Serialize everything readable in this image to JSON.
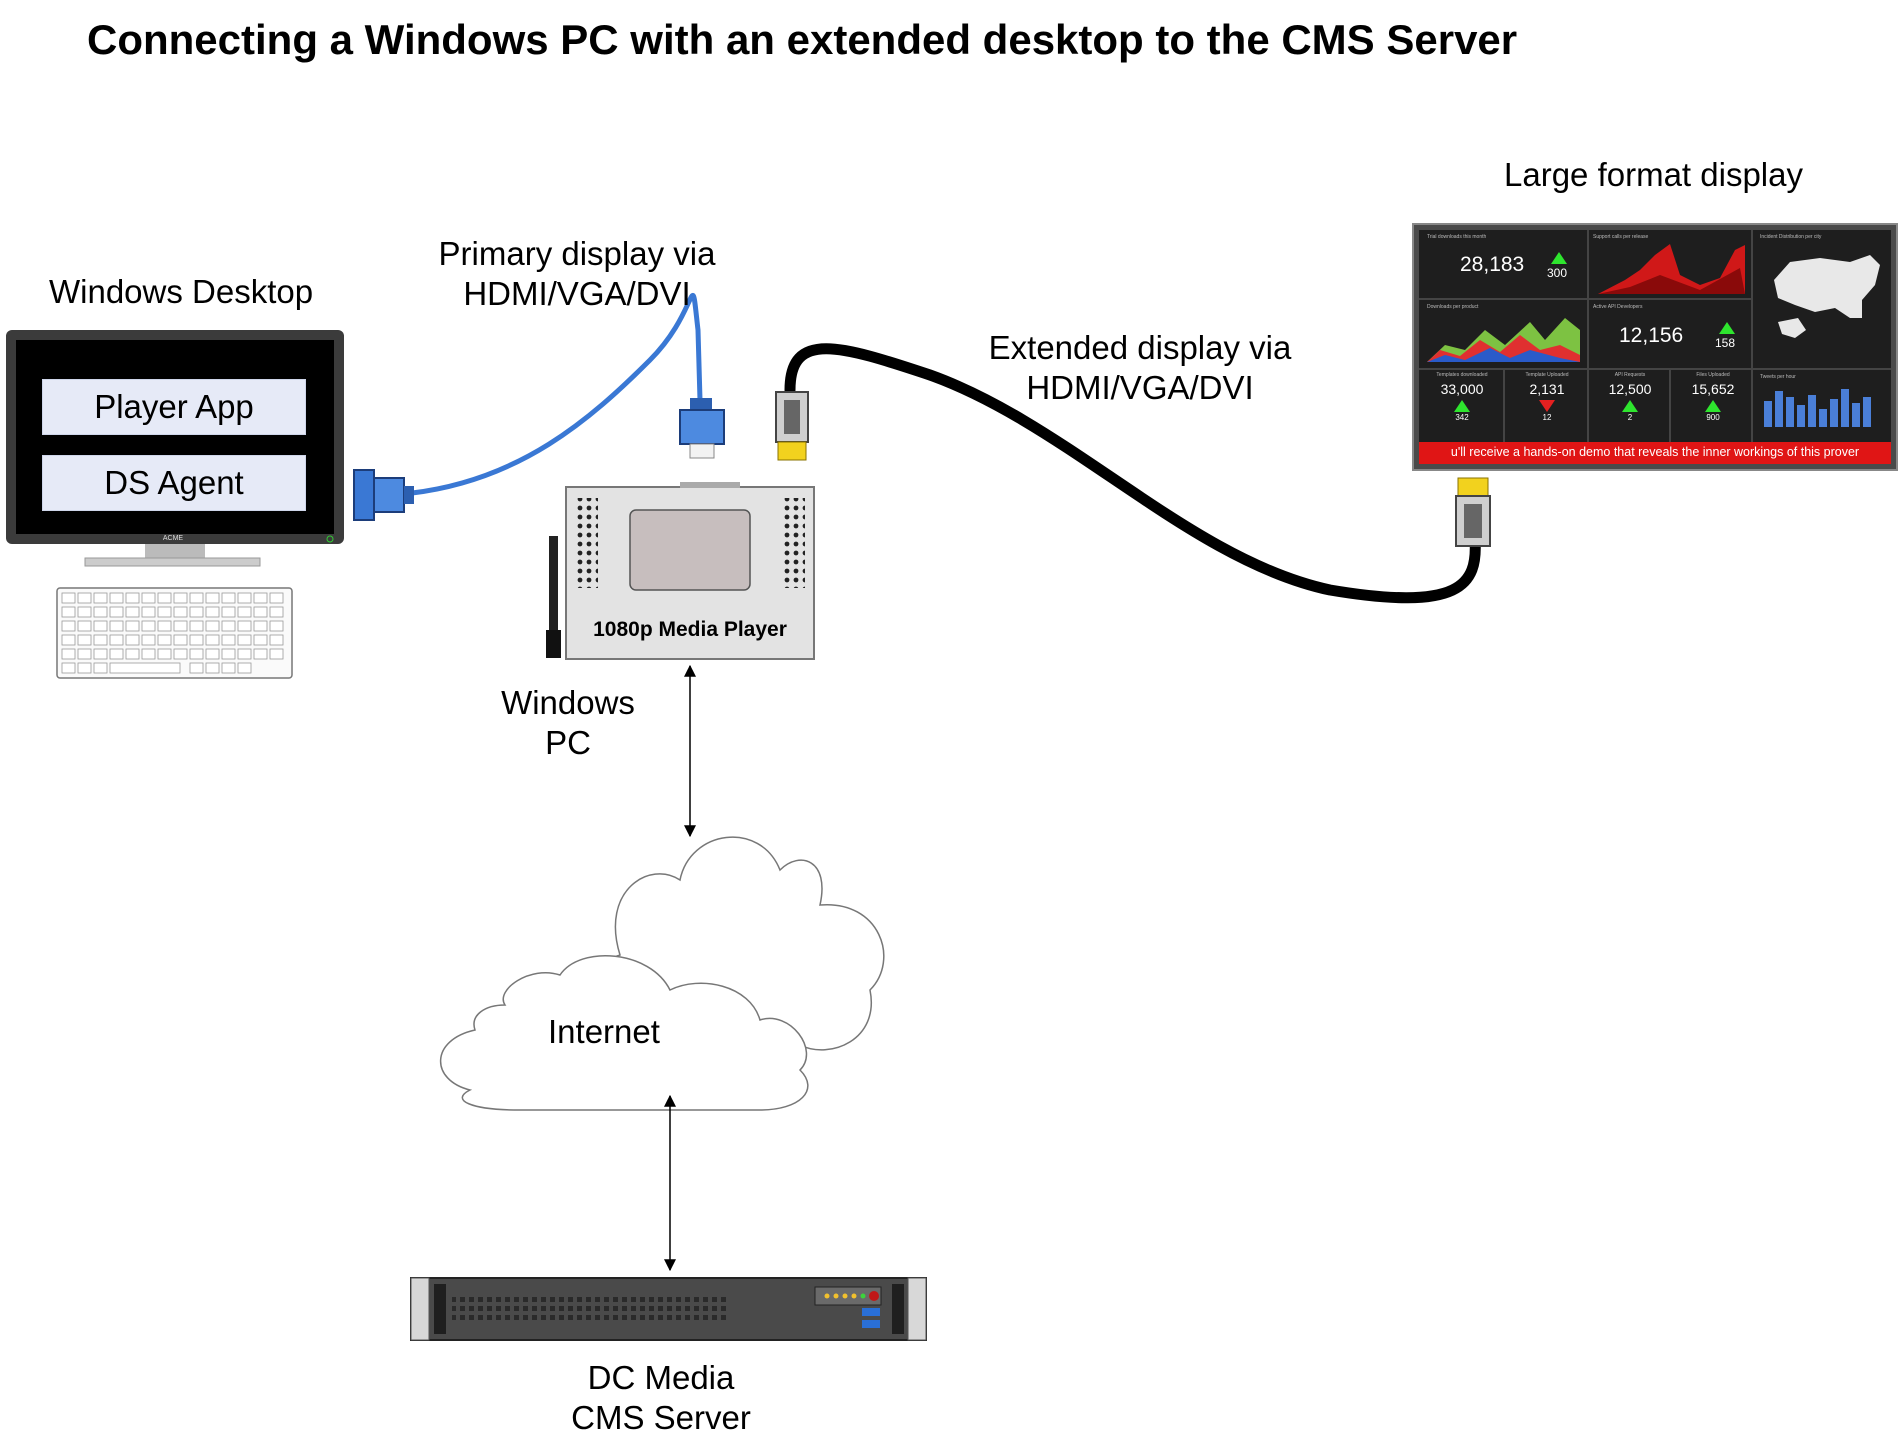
{
  "title": "Connecting a Windows PC with an extended desktop to the CMS Server",
  "labels": {
    "windows_desktop": "Windows Desktop",
    "player_app": "Player App",
    "ds_agent": "DS Agent",
    "monitor_brand": "ACME",
    "primary_line1": "Primary display via",
    "primary_line2": "HDMI/VGA/DVI",
    "extended_line1": "Extended display via",
    "extended_line2": "HDMI/VGA/DVI",
    "large_display": "Large format display",
    "media_player": "1080p Media Player",
    "windows_pc_line1": "Windows",
    "windows_pc_line2": "PC",
    "internet": "Internet",
    "server_line1": "DC Media",
    "server_line2": "CMS Server"
  },
  "dashboard": {
    "tile1_caption": "Trial downloads this month",
    "tile1_value": "28,183",
    "tile1_delta": "300",
    "tile2_caption": "Support calls per release",
    "tile3_caption": "Incident Distribution per city",
    "tile4_caption": "Downloads per product",
    "tile5_caption": "Active API Developers",
    "tile5_value": "12,156",
    "tile5_delta": "158",
    "stats": [
      {
        "caption": "Templates downloaded",
        "value": "33,000",
        "delta": "342"
      },
      {
        "caption": "Template Uploaded",
        "value": "2,131",
        "delta": "12"
      },
      {
        "caption": "API Requests",
        "value": "12,500",
        "delta": "2"
      },
      {
        "caption": "Files Uploaded",
        "value": "15,652",
        "delta": "900"
      }
    ],
    "tweets_caption": "Tweets per hour",
    "ticker": "u'll receive a hands-on demo that reveals the inner workings of this prover"
  },
  "colors": {
    "vga_cable": "#3a78d4",
    "hdmi_cable": "#000000",
    "ticker_bg": "#e01515",
    "up_arrow": "#2ee52e",
    "down_arrow": "#e52020",
    "dashboard_bg": "#1e1e1e"
  },
  "icons": [
    "monitor-icon",
    "keyboard-icon",
    "vga-connector-icon",
    "hdmi-connector-icon",
    "media-player-icon",
    "antenna-icon",
    "cloud-icon",
    "rack-server-icon",
    "us-map-icon"
  ]
}
